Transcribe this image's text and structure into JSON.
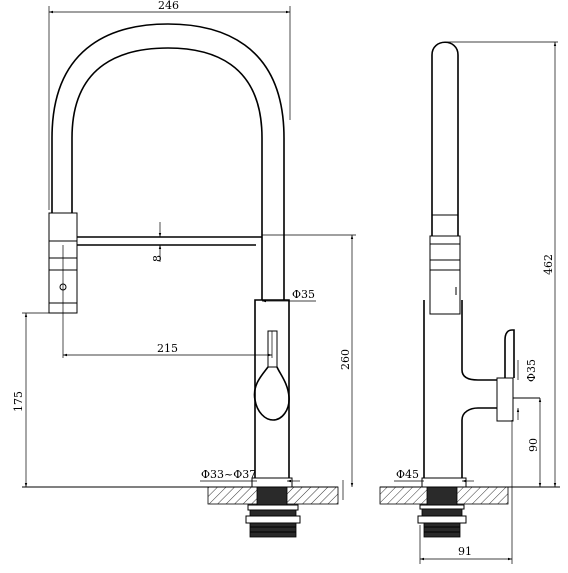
{
  "dimensions": {
    "overall_width": "246",
    "hose_gap": "8",
    "spout_reach": "215",
    "body_diameter_front": "Φ35",
    "body_height": "260",
    "spout_outlet_height": "175",
    "mount_hole_range": "Φ33~Φ37",
    "overall_height": "462",
    "handle_diameter": "Φ35",
    "handle_height": "90",
    "base_diameter": "Φ45",
    "base_depth": "91"
  }
}
